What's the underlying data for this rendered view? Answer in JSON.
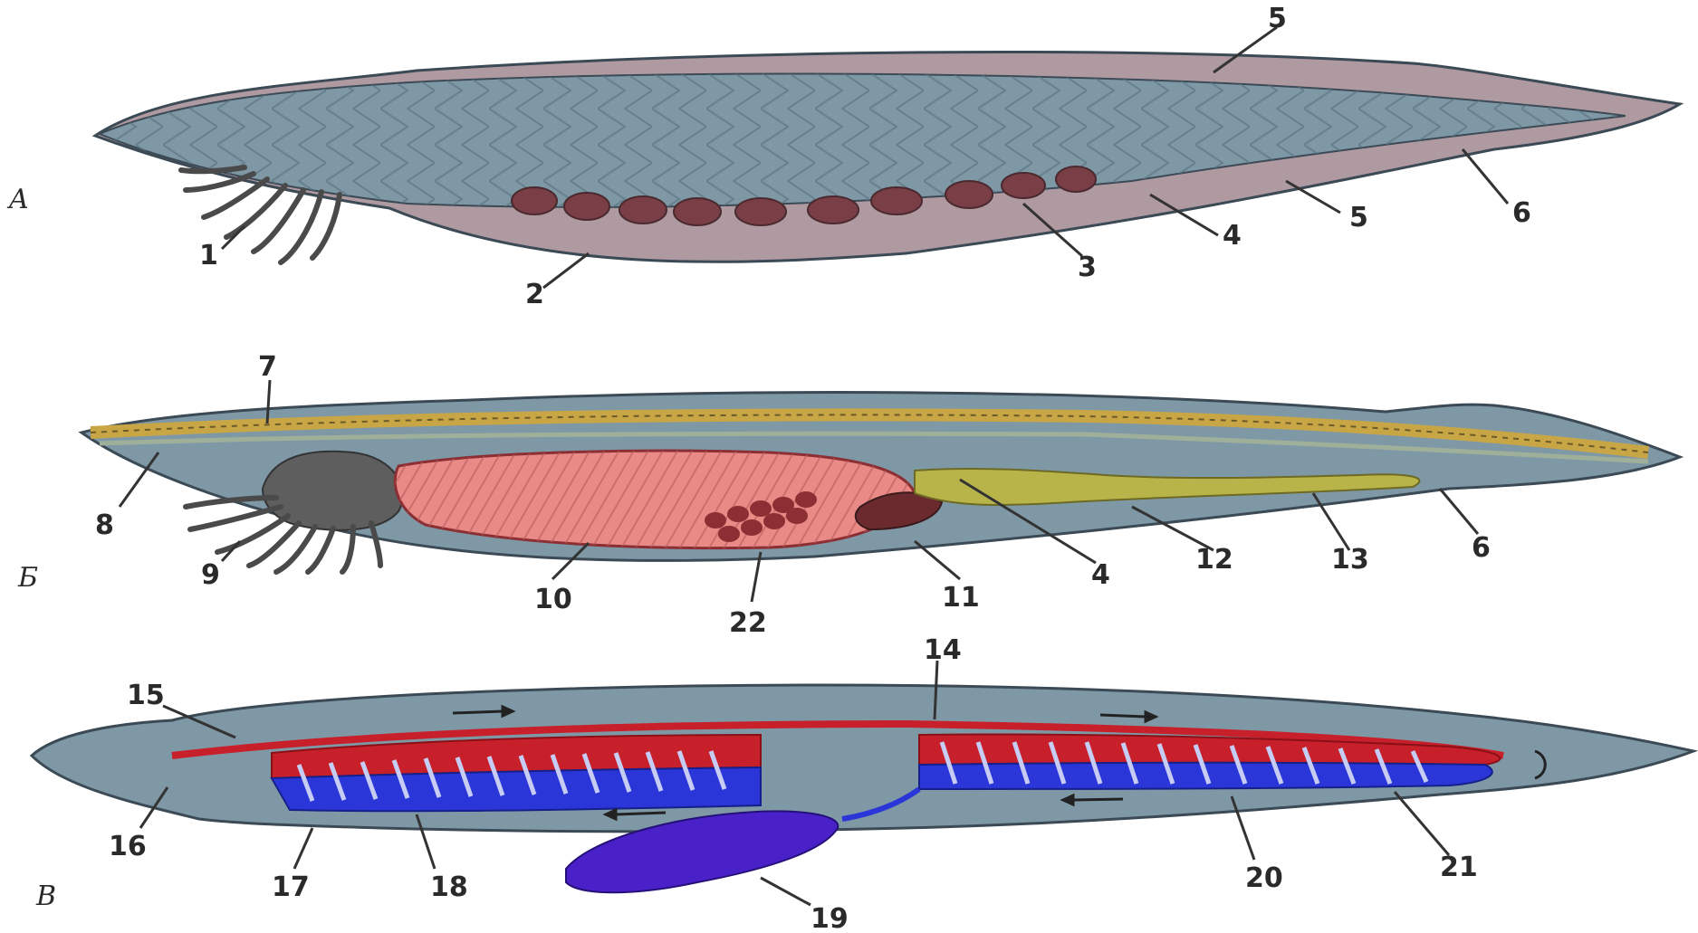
{
  "panels": [
    {
      "id": "A",
      "letter": "A"
    },
    {
      "id": "B",
      "letter": "Б"
    },
    {
      "id": "C",
      "letter": "В"
    }
  ],
  "labels": {
    "a1": "1",
    "a2": "2",
    "a3": "3",
    "a4": "4",
    "a5top": "5",
    "a5": "5",
    "a6": "6",
    "b7": "7",
    "b8": "8",
    "b9": "9",
    "b10": "10",
    "b22": "22",
    "b11": "11",
    "b4": "4",
    "b12": "12",
    "b13": "13",
    "b6": "6",
    "c14": "14",
    "c15": "15",
    "c16": "16",
    "c17": "17",
    "c18": "18",
    "c19": "19",
    "c20": "20",
    "c21": "21"
  },
  "colors": {
    "body": "#7f98a6",
    "outline": "#3b4a55",
    "muscle": "#6d8898",
    "skin": "#b09aa2",
    "gonad": "#7a3e46",
    "notochord_yellow": "#c9a645",
    "pharynx": "#e98a86",
    "atrium": "#8c2f34",
    "liver": "#b9b44a",
    "artery": "#c8202a",
    "vein": "#2a36d8",
    "portal": "#4a20c8"
  }
}
